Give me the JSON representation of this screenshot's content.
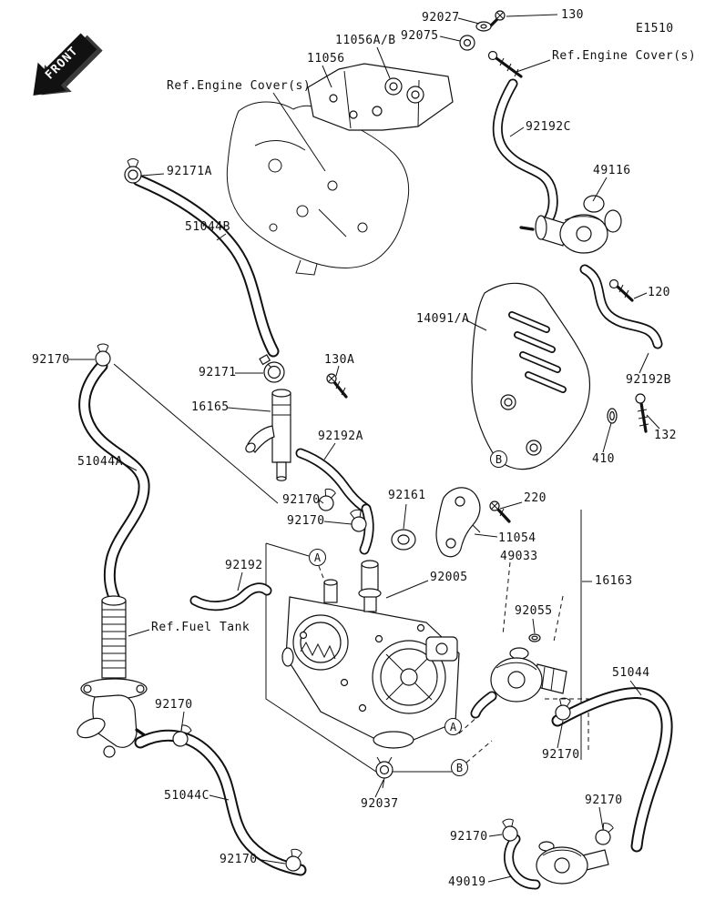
{
  "diagram_code": "E1510",
  "front": "FRONT",
  "markers": {
    "a": "A",
    "b": "B"
  },
  "labels": {
    "p130": "130",
    "p92027": "92027",
    "p92075": "92075",
    "p11056ab": "11056A/B",
    "p11056": "11056",
    "ref_engine_cover_right": "Ref.Engine Cover(s)",
    "ref_engine_cover_left": "Ref.Engine Cover(s)",
    "p92192c": "92192C",
    "p49116": "49116",
    "p92171a": "92171A",
    "p51044b": "51044B",
    "p120": "120",
    "p14091a": "14091/A",
    "p92192b": "92192B",
    "p92170_left": "92170",
    "p92171": "92171",
    "p130a": "130A",
    "p16165": "16165",
    "p92192a": "92192A",
    "p132": "132",
    "p410": "410",
    "p51044a": "51044A",
    "p92170_mid1": "92170",
    "p92170_mid2": "92170",
    "p92161": "92161",
    "p220": "220",
    "p11054": "11054",
    "p49033": "49033",
    "p16163": "16163",
    "p92192": "92192",
    "p92005": "92005",
    "p92055": "92055",
    "ref_fuel_tank": "Ref.Fuel Tank",
    "p51044": "51044",
    "p92170_petcock": "92170",
    "p92170_right1": "92170",
    "p51044c": "51044C",
    "p92037": "92037",
    "p92170_right2": "92170",
    "p92170_bottom1": "92170",
    "p92170_bottom2": "92170",
    "p49019": "49019"
  }
}
